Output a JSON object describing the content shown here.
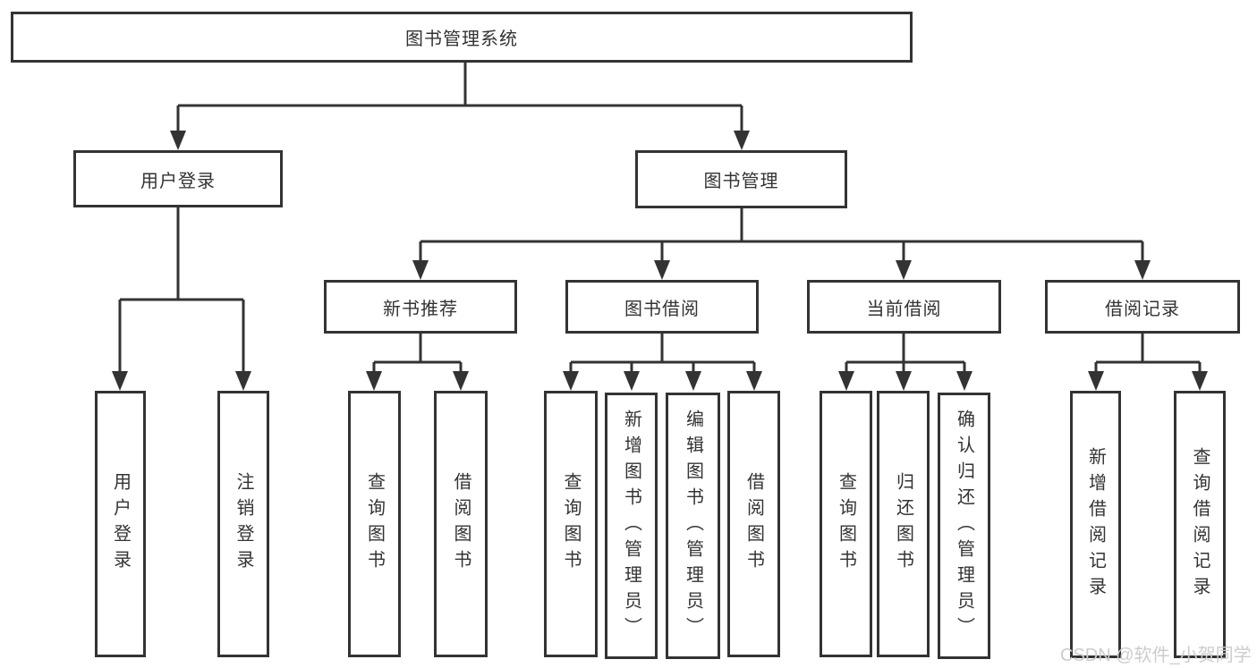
{
  "diagram": {
    "tree": {
      "label": "图书管理系统",
      "children": [
        {
          "label": "用户登录",
          "children": [
            {
              "label": "用户登录"
            },
            {
              "label": "注销登录"
            }
          ]
        },
        {
          "label": "图书管理",
          "children": [
            {
              "label": "新书推荐",
              "children": [
                {
                  "label": "查询图书"
                },
                {
                  "label": "借阅图书"
                }
              ]
            },
            {
              "label": "图书借阅",
              "children": [
                {
                  "label": "查询图书"
                },
                {
                  "label": "新增图书（管理员）"
                },
                {
                  "label": "编辑图书（管理员）"
                },
                {
                  "label": "借阅图书"
                }
              ]
            },
            {
              "label": "当前借阅",
              "children": [
                {
                  "label": "查询图书"
                },
                {
                  "label": "归还图书"
                },
                {
                  "label": "确认归还（管理员）"
                }
              ]
            },
            {
              "label": "借阅记录",
              "children": [
                {
                  "label": "新增借阅记录"
                },
                {
                  "label": "查询借阅记录"
                }
              ]
            }
          ]
        }
      ]
    }
  },
  "watermark": {
    "text": "CSDN @软件_小贺同学"
  },
  "style": {
    "line_color": "#333333",
    "box_background": "#ffffff",
    "text_color": "#333333",
    "watermark_color": "#cccccc"
  }
}
